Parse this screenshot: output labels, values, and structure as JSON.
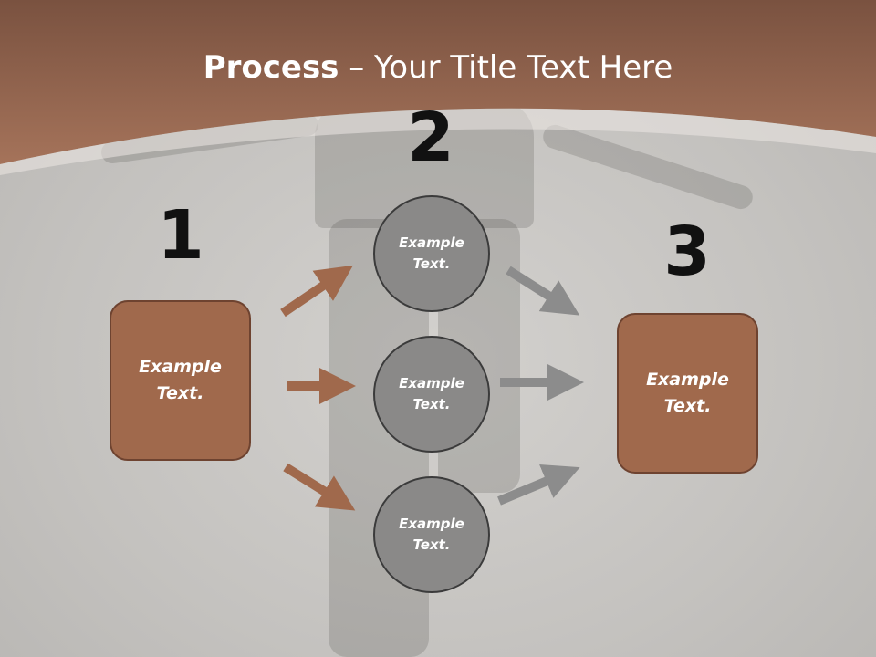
{
  "slide": {
    "title_bold": "Process",
    "title_rest": " – Your Title Text Here"
  },
  "steps": {
    "step1": {
      "number": "1",
      "box": {
        "line1": "Example",
        "line2": "Text."
      }
    },
    "step2": {
      "number": "2",
      "circles": [
        {
          "line1": "Example",
          "line2": "Text."
        },
        {
          "line1": "Example",
          "line2": "Text."
        },
        {
          "line1": "Example",
          "line2": "Text."
        }
      ]
    },
    "step3": {
      "number": "3",
      "box": {
        "line1": "Example",
        "line2": "Text."
      }
    }
  },
  "colors": {
    "header_brown": "#9c6b52",
    "box_fill": "#a0694c",
    "box_border": "#6e4330",
    "circle_fill": "#8a8988",
    "arrow_brown": "#a0694c",
    "arrow_gray": "#8c8c8c"
  }
}
